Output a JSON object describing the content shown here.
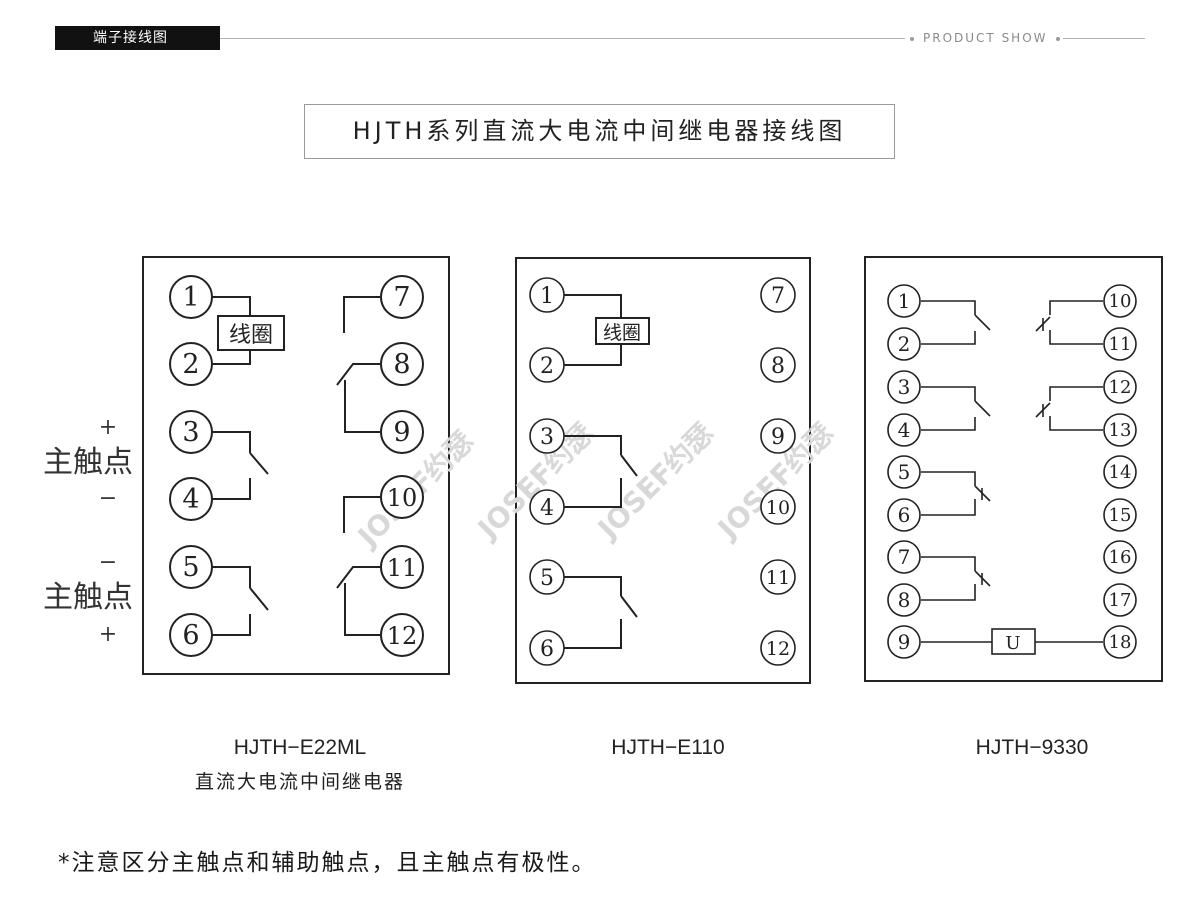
{
  "header": {
    "tag": "端子接线图",
    "product_show": "PRODUCT SHOW"
  },
  "title": "HJTH系列直流大电流中间继电器接线图",
  "watermark": "JOSEF约瑟",
  "side_labels": {
    "upper_plus": "+",
    "upper_text": "主触点",
    "upper_minus": "−",
    "lower_minus": "−",
    "lower_text": "主触点",
    "lower_plus": "+"
  },
  "diagrams": [
    {
      "model": "HJTH−E22ML",
      "subtitle": "直流大电流中间继电器",
      "coil_label": "线圈",
      "terminals": [
        "1",
        "2",
        "3",
        "4",
        "5",
        "6",
        "7",
        "8",
        "9",
        "10",
        "11",
        "12"
      ]
    },
    {
      "model": "HJTH−E110",
      "subtitle": "",
      "coil_label": "线圈",
      "terminals": [
        "1",
        "2",
        "3",
        "4",
        "5",
        "6",
        "7",
        "8",
        "9",
        "10",
        "11",
        "12"
      ]
    },
    {
      "model": "HJTH−9330",
      "subtitle": "",
      "coil_label": "U",
      "terminals": [
        "1",
        "2",
        "3",
        "4",
        "5",
        "6",
        "7",
        "8",
        "9",
        "10",
        "11",
        "12",
        "13",
        "14",
        "15",
        "16",
        "17",
        "18"
      ]
    }
  ],
  "footnote": "*注意区分主触点和辅助触点，且主触点有极性。"
}
